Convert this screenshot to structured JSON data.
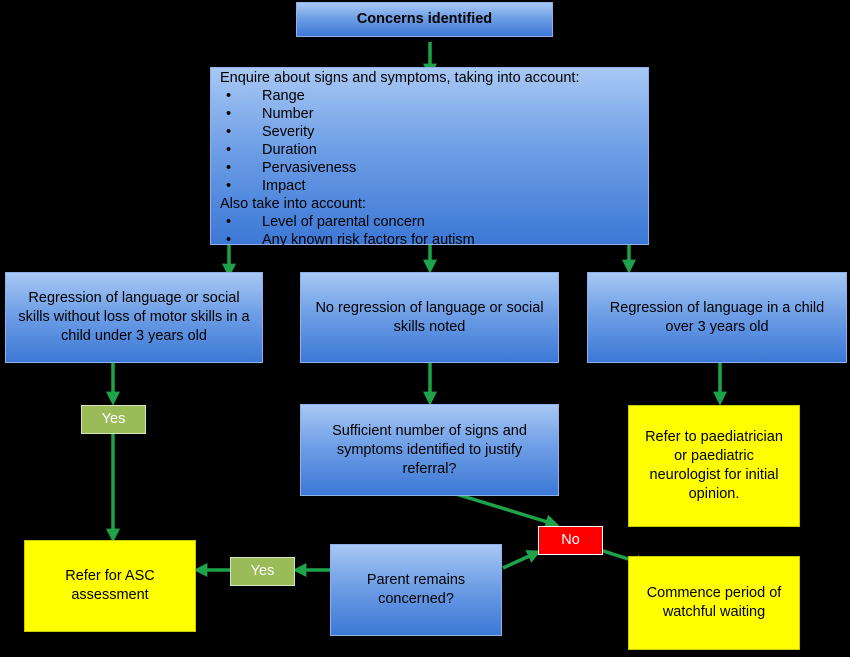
{
  "boxes": {
    "concerns": "Concerns identified",
    "enquire": {
      "intro": "Enquire about signs and symptoms, taking into account:",
      "items": [
        "Range",
        "Number",
        "Severity",
        "Duration",
        "Pervasiveness",
        "Impact"
      ],
      "also": "Also take into account:",
      "also_items": [
        "Level of parental concern",
        "Any known risk factors for autism"
      ]
    },
    "regression_under3": "Regression of language or social skills without loss of motor skills in a child under 3 years old",
    "no_regression": "No regression of language or social skills noted",
    "regression_over3": "Regression of language in a child over 3 years old",
    "sufficient": "Sufficient number of signs and symptoms identified to justify referral?",
    "parent_concerned": "Parent remains concerned?",
    "refer_asc": "Refer for ASC assessment",
    "watchful_waiting": "Commence period of watchful waiting",
    "refer_paed": "Refer to paediatrician or paediatric neurologist for initial opinion."
  },
  "labels": {
    "yes_1": "Yes",
    "yes_2": "Yes",
    "no": "No"
  },
  "colors": {
    "process_box": "#6f9fe6",
    "outcome_box": "#ffff00",
    "yes_label": "#9bbb59",
    "no_label": "#ff0000",
    "arrow": "#1fa34a",
    "background": "#000000"
  }
}
